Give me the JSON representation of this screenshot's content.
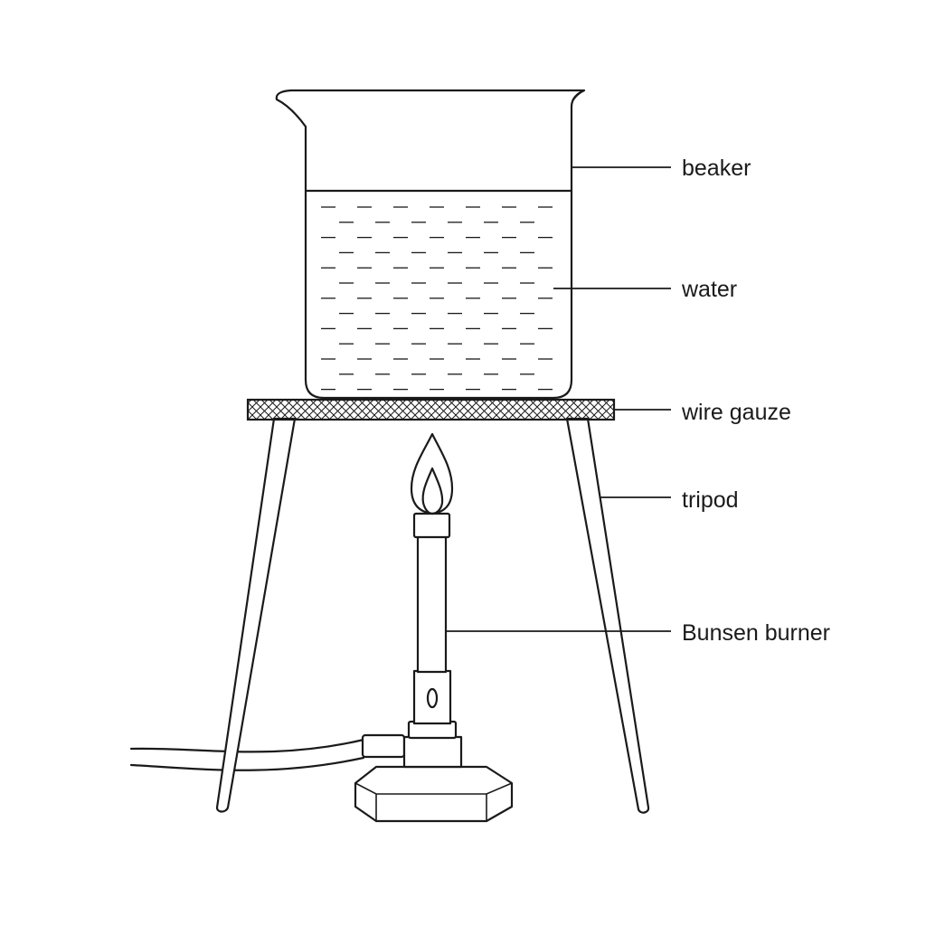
{
  "labels": {
    "beaker": "beaker",
    "water": "water",
    "wire_gauze": "wire gauze",
    "tripod": "tripod",
    "bunsen_burner": "Bunsen burner"
  },
  "colors": {
    "line": "#1a1a1a",
    "background": "#ffffff"
  }
}
